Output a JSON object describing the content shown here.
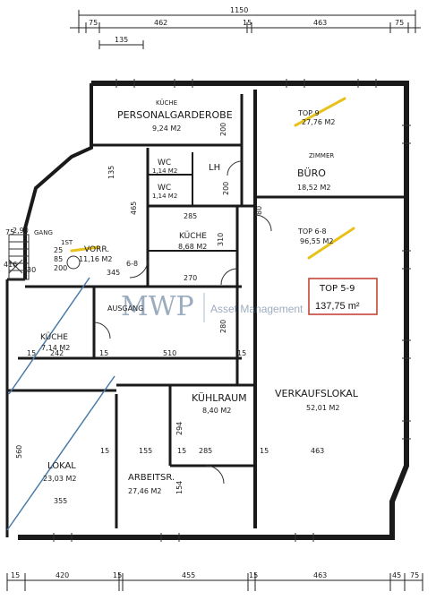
{
  "watermark": {
    "logo": "MWP",
    "tagline": "Asset Management"
  },
  "area_badge": {
    "title": "TOP 5-9",
    "area": "137,75 m²"
  },
  "rooms": {
    "personalgarderobe": {
      "top": "KÜCHE",
      "name": "PERSONALGARDEROBE",
      "area": "9,24 M2"
    },
    "top9": {
      "name": "TOP 9",
      "area": "27,76 M2"
    },
    "buero": {
      "top": "ZIMMER",
      "name": "BÜRO",
      "area": "18,52 M2"
    },
    "wc1": {
      "name": "WC",
      "area": "1,14 M2"
    },
    "wc2": {
      "name": "WC",
      "area": "1,14 M2"
    },
    "lh": {
      "name": "LH"
    },
    "top68": {
      "name": "TOP 6-8",
      "area": "96,55 M2"
    },
    "kueche_mid": {
      "name": "KÜCHE",
      "area": "8,68 M2"
    },
    "gang": {
      "top": "GANG",
      "name": "VORR.",
      "area": "11,16 M2",
      "note": "1ST"
    },
    "ausgang": {
      "name": "AUSGANG"
    },
    "kueche_left": {
      "name": "KÜCHE",
      "area": "7,14 M2"
    },
    "kuehlraum": {
      "name": "KÜHLRAUM",
      "area": "8,40 M2"
    },
    "verkaufslokal": {
      "name": "VERKAUFSLOKAL",
      "area": "52,01 M2"
    },
    "lokal": {
      "name": "LOKAL",
      "area": "23,03 M2"
    },
    "arbeitsr": {
      "name": "ARBEITSR.",
      "area": "27,46 M2"
    }
  },
  "dimensions": {
    "top_total": "1150",
    "top_row": [
      "75",
      "462",
      "15",
      "463",
      "75"
    ],
    "top_sub": "135",
    "bottom_row": [
      "15",
      "420",
      "15",
      "455",
      "15",
      "463",
      "45",
      "75"
    ],
    "inner": [
      "285",
      "270",
      "345",
      "510",
      "242",
      "15",
      "15",
      "155",
      "285",
      "463",
      "15",
      "15",
      "355",
      "560",
      "200",
      "200",
      "135",
      "465",
      "310",
      "280",
      "294",
      "154",
      "75",
      "30",
      "25",
      "85",
      "200",
      "6-8",
      "80",
      "15",
      "15",
      "2,90",
      "416"
    ]
  }
}
